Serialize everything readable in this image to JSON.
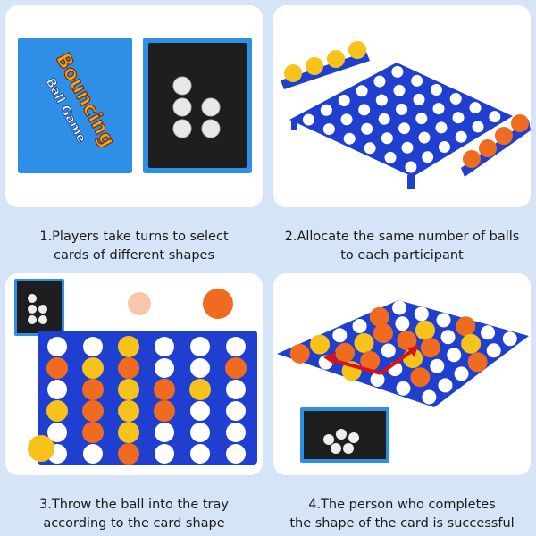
{
  "card_logo": "Bouncing Ball Game",
  "steps": [
    {
      "line1": "1.Players take turns to select",
      "line2": "cards of different shapes"
    },
    {
      "line1": "2.Allocate the same number of balls",
      "line2": "to each participant"
    },
    {
      "line1": "3.Throw the ball into the tray",
      "line2": "according to the card shape"
    },
    {
      "line1": "4.The person who completes",
      "line2": "the shape of the card is successful"
    }
  ],
  "colors": {
    "background": "#d6e4f7",
    "tray_blue": "#1f3fd0",
    "card_blue": "#2f8fe6",
    "card_black": "#1e1e1e",
    "ball_orange": "#ef6b1f",
    "ball_yellow": "#f7c21a",
    "arrow_red": "#e01010"
  }
}
